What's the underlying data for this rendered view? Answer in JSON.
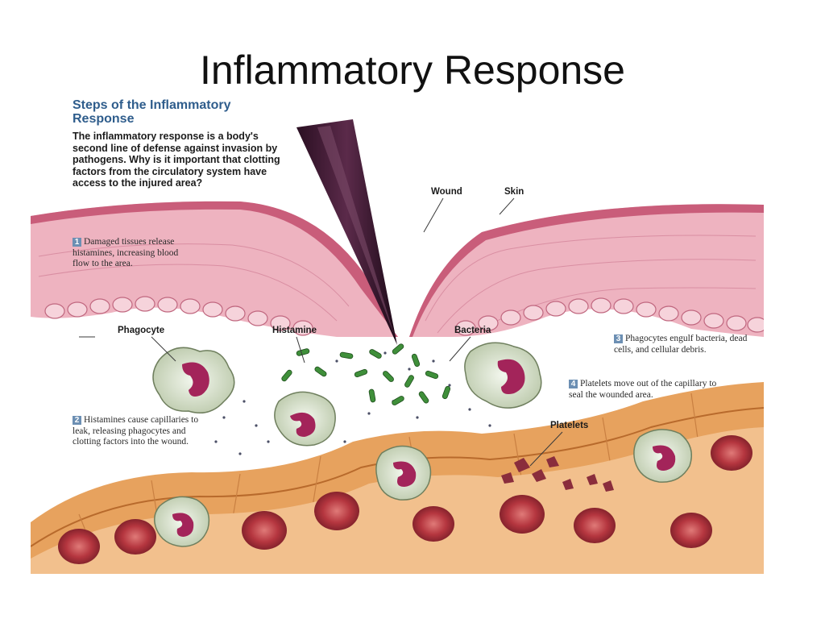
{
  "slide": {
    "title": "Inflammatory Response"
  },
  "figure": {
    "heading": "Steps of the Inflammatory Response",
    "intro": "The inflammatory response is a body's second line of defense against invasion by pathogens. Why is it important that clotting factors from the circulatory system have access to the injured area?",
    "steps": [
      {
        "number": "1",
        "text": "Damaged tissues release histamines, increasing blood flow to the area."
      },
      {
        "number": "2",
        "text": "Histamines cause capillaries to leak, releasing phagocytes and clotting factors into the wound."
      },
      {
        "number": "3",
        "text": "Phagocytes engulf bacteria, dead cells, and cellular debris."
      },
      {
        "number": "4",
        "text": "Platelets move out of the capillary to seal the wounded area."
      }
    ],
    "labels": {
      "wound": "Wound",
      "skin": "Skin",
      "phagocyte": "Phagocyte",
      "histamine": "Histamine",
      "bacteria": "Bacteria",
      "platelets": "Platelets"
    }
  },
  "colors": {
    "skin_top": "#c95d7a",
    "skin_tissue": "#eeb3c0",
    "vessel_wall": "#e7a25e",
    "red_blood_cell": "#b5363f",
    "phagocyte_nucleus": "#a3245a",
    "bacteria": "#3f8f3a",
    "heading_blue": "#2f5d8c"
  }
}
